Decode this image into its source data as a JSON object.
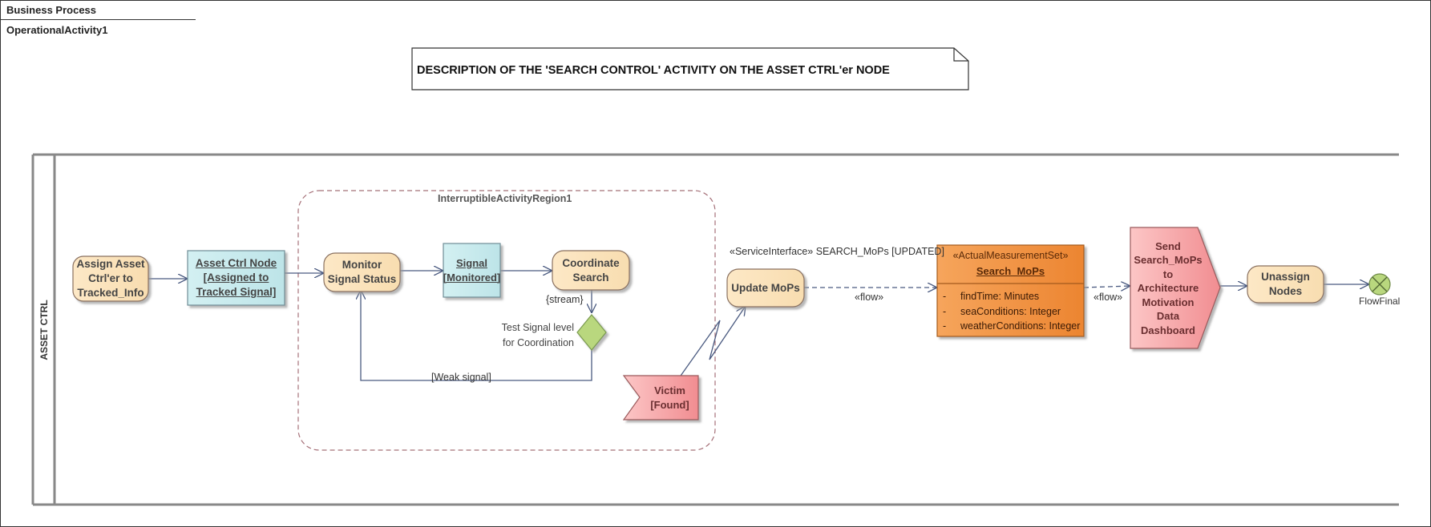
{
  "frame": {
    "title": "Business Process OperationalActivity1"
  },
  "note": {
    "text": "DESCRIPTION OF THE 'SEARCH CONTROL' ACTIVITY ON THE ASSET CTRL'er NODE"
  },
  "partition": {
    "label": "ASSET CTRL"
  },
  "region": {
    "label": "InterruptibleActivityRegion1"
  },
  "nodes": {
    "assign": {
      "line1": "Assign Asset",
      "line2": "Ctrl'er to",
      "line3": "Tracked_Info"
    },
    "asset_ctrl_node": {
      "line1": "Asset Ctrl Node",
      "line2": "[Assigned to",
      "line3": "Tracked Signal]"
    },
    "monitor": {
      "line1": "Monitor",
      "line2": "Signal Status"
    },
    "signal": {
      "line1": "Signal",
      "line2": "[Monitored]"
    },
    "coordinate": {
      "line1": "Coordinate",
      "line2": "Search"
    },
    "decision": {
      "line1": "Test Signal level",
      "line2": "for Coordination"
    },
    "victim": {
      "line1": "Victim",
      "line2": "[Found]"
    },
    "update": {
      "label": "Update MoPs"
    },
    "mops": {
      "stereotype": "«ActualMeasurementSet»",
      "name": "Search_MoPs",
      "attributes": [
        {
          "bullet": "-",
          "text": "findTime: Minutes"
        },
        {
          "bullet": "-",
          "text": "seaConditions: Integer"
        },
        {
          "bullet": "-",
          "text": "weatherConditions: Integer"
        }
      ]
    },
    "send": {
      "line1": "Send",
      "line2": "Search_MoPs",
      "line3": "to",
      "line4": "Architecture",
      "line5": "Motivation",
      "line6": "Data",
      "line7": "Dashboard"
    },
    "unassign": {
      "line1": "Unassign",
      "line2": "Nodes"
    },
    "final": {
      "label": "FlowFinal"
    }
  },
  "edges": {
    "stream": "{stream}",
    "weak_signal": "[Weak signal]",
    "service_interface": "«ServiceInterface» SEARCH_MoPs [UPDATED]",
    "flow1": "«flow»",
    "flow2": "«flow»"
  },
  "colors": {
    "action_fill": "#fbe3bd",
    "object_fill": "#c9ecef",
    "decision_fill": "#b9d77e",
    "signal_fill": "#f6a6a8",
    "mops_fill": "#f0913e",
    "line": "#4a5a80"
  }
}
